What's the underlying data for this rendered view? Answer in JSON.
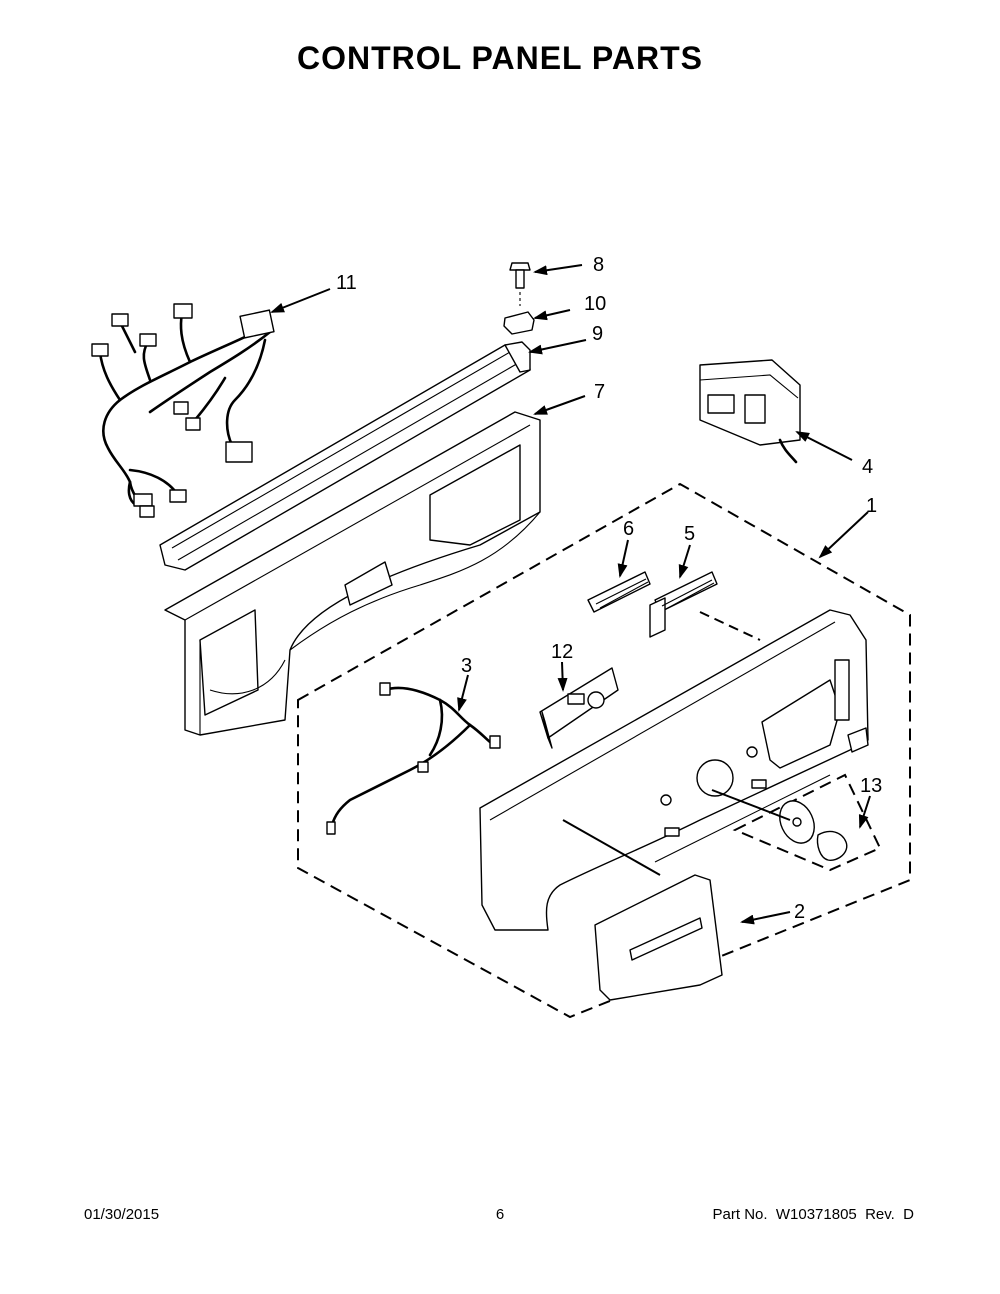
{
  "page": {
    "title": "CONTROL PANEL PARTS",
    "footer": {
      "date": "01/30/2015",
      "page_number": "6",
      "part_number": "Part No.  W10371805  Rev.  D"
    }
  },
  "callouts": {
    "c1": "1",
    "c2": "2",
    "c3": "3",
    "c4": "4",
    "c5": "5",
    "c6": "6",
    "c7": "7",
    "c8": "8",
    "c9": "9",
    "c10": "10",
    "c11": "11",
    "c12": "12",
    "c13": "13"
  }
}
